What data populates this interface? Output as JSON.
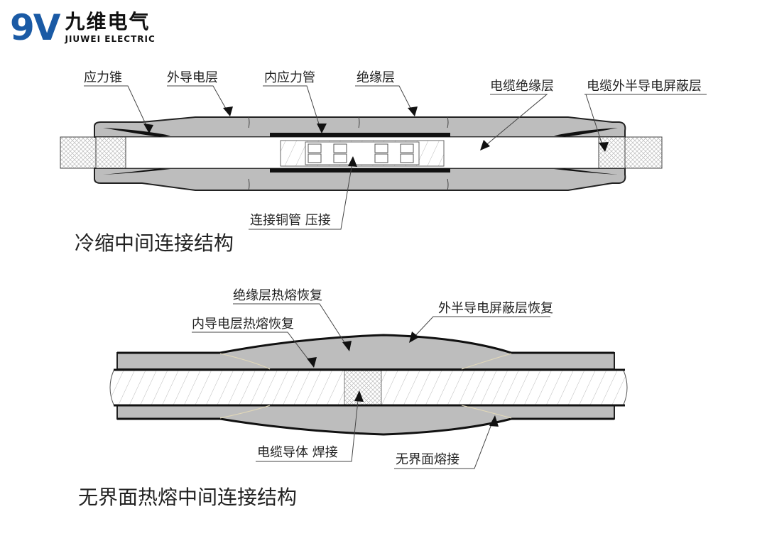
{
  "brand": {
    "mark": "9V",
    "name_cn": "九维电气",
    "name_en": "JIUWEI ELECTRIC",
    "color": "#1a5aa5"
  },
  "cold_shrink": {
    "title": "冷缩中间连接结构",
    "labels": {
      "stress_cone": "应力锥",
      "outer_semicon": "外导电层",
      "inner_stress_tube": "内应力管",
      "insulation": "绝缘层",
      "cable_insulation": "电缆绝缘层",
      "cable_outer_semicon_shield": "电缆外半导电屏蔽层",
      "copper_tube": "连接铜管 压接"
    }
  },
  "hot_melt": {
    "title": "无界面热熔中间连接结构",
    "labels": {
      "insulation_recovery": "绝缘层热熔恢复",
      "outer_shield_recovery": "外半导电屏蔽层恢复",
      "inner_semicon_recovery": "内导电层热熔恢复",
      "conductor_weld": "电缆导体 焊接",
      "interfaceless_melt": "无界面熔接"
    }
  }
}
